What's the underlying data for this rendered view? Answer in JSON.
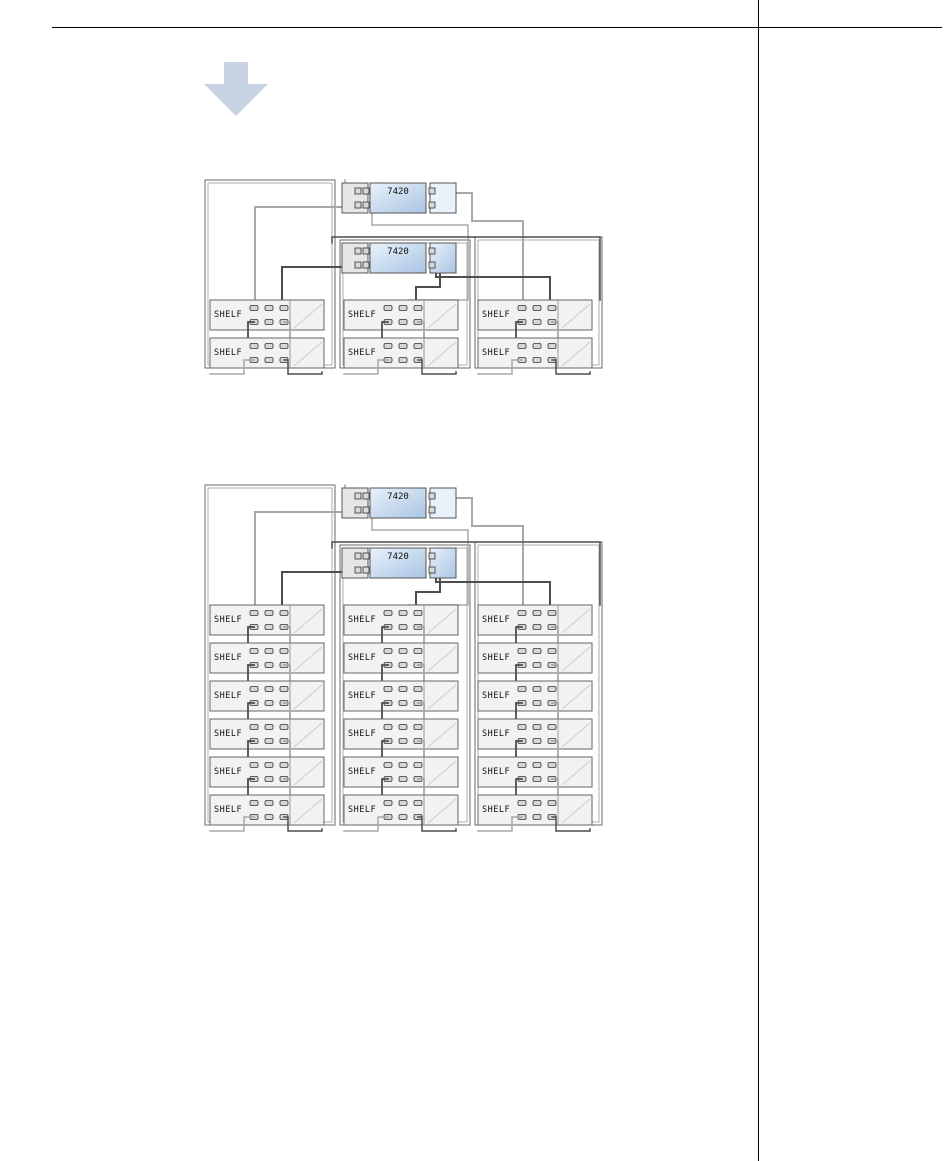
{
  "labels": {
    "controller": "7420",
    "shelf": "SHELF"
  },
  "colors": {
    "arrow": "#c7d2e2",
    "controller_fill_light": "#e9f2fb",
    "controller_fill_dark": "#a9c4e3",
    "shelf_fill": "#f2f2f2",
    "cable_dark": "#4d4d4d",
    "cable_light": "#a8a8a8",
    "frame": "#6a6a6a"
  },
  "diagrams": [
    {
      "name": "two-shelves-per-chain",
      "controllers": 2,
      "chains": 3,
      "shelves_per_chain": 2
    },
    {
      "name": "six-shelves-per-chain",
      "controllers": 2,
      "chains": 3,
      "shelves_per_chain": 6
    }
  ],
  "icons": {
    "step_arrow": "arrow-down-icon"
  }
}
